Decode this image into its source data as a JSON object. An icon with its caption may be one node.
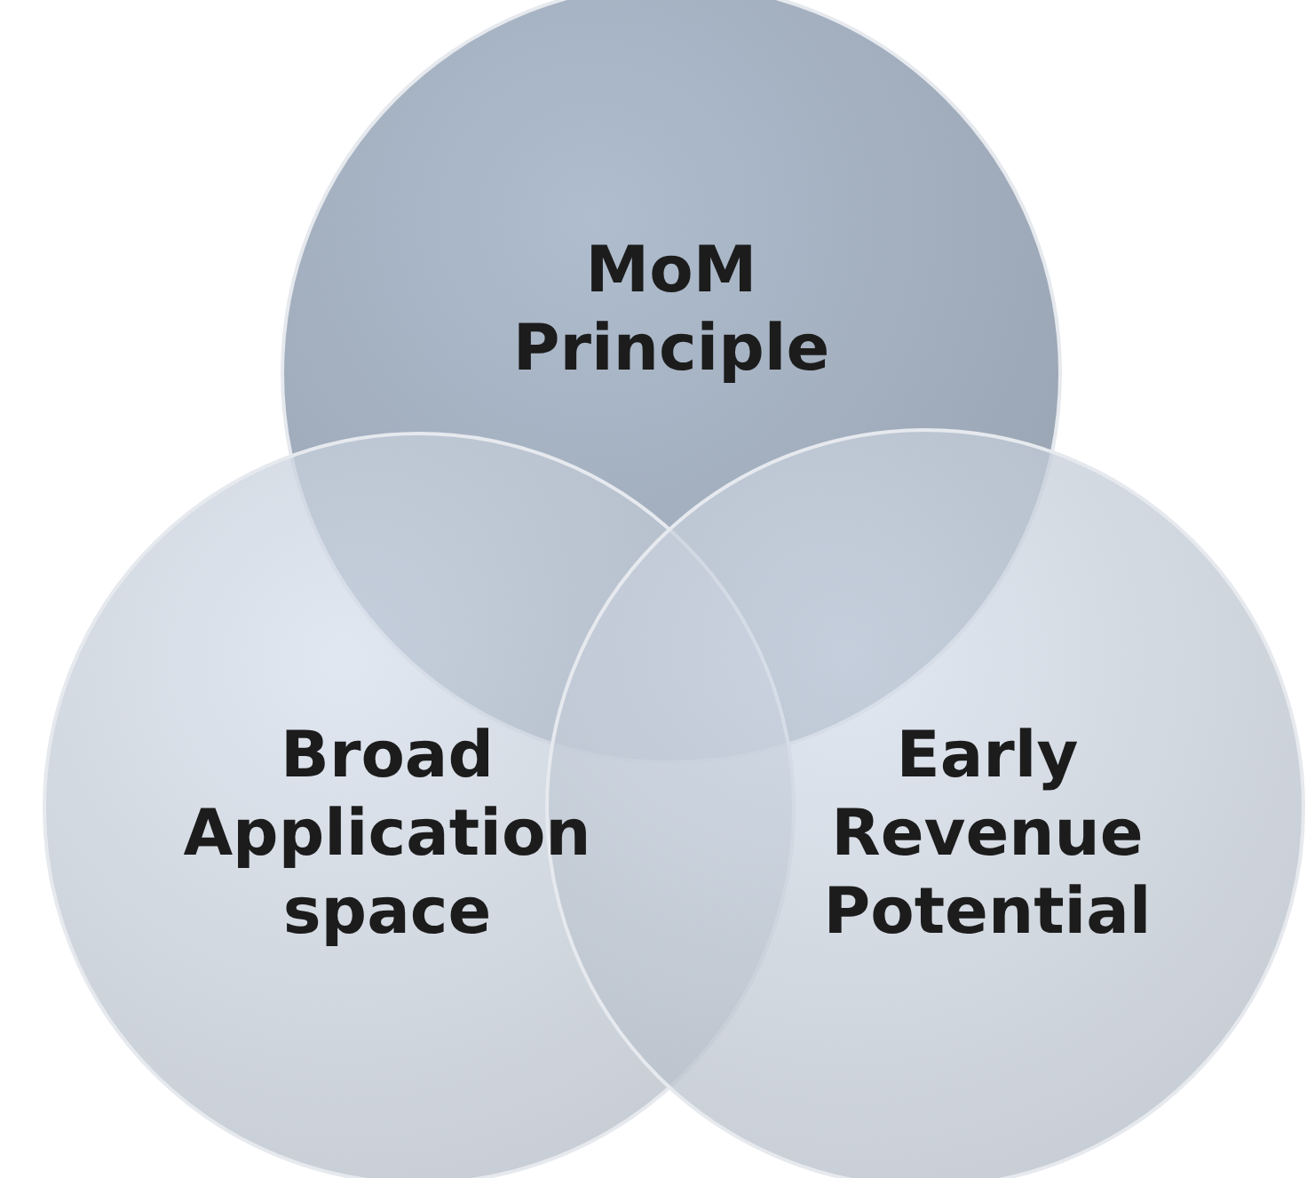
{
  "diagram": {
    "nodes": [
      {
        "text": [
          "MoM Principle"
        ]
      },
      {
        "text": [
          "Broad Application space"
        ]
      },
      {
        "text": [
          "Early Revenue Potential"
        ]
      }
    ]
  }
}
